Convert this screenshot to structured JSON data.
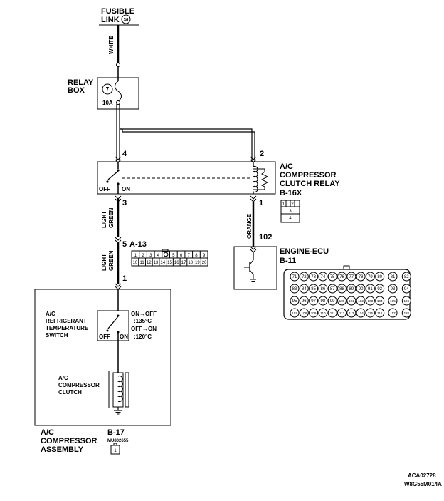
{
  "fusible_link": {
    "line1": "FUSIBLE",
    "line2": "LINK",
    "number": "36"
  },
  "wires": {
    "white": "WHITE",
    "light_green_1": "LIGHT",
    "light_green_2": "GREEN",
    "orange": "ORANGE"
  },
  "relay_box": {
    "line1": "RELAY",
    "line2": "BOX",
    "fuse_number": "7",
    "fuse_rating": "10A"
  },
  "relay": {
    "line1": "A/C",
    "line2": "COMPRESSOR",
    "line3": "CLUTCH RELAY",
    "connector": "B-16X",
    "pin_4": "4",
    "pin_2": "2",
    "pin_3": "3",
    "pin_1": "1",
    "off_label": "OFF",
    "on_label": "ON",
    "connector_pins": [
      "1",
      "2",
      "3",
      "4"
    ]
  },
  "connector_a13": {
    "label": "A-13",
    "pin": "5",
    "row1": [
      "1",
      "2",
      "3",
      "4",
      "",
      "5",
      "6",
      "7",
      "8",
      "9"
    ],
    "row2": [
      "10",
      "11",
      "12",
      "13",
      "14",
      "15",
      "16",
      "17",
      "18",
      "19",
      "20"
    ]
  },
  "engine_ecu": {
    "label": "ENGINE-ECU",
    "connector": "B-11",
    "pin": "102",
    "row1": [
      "71",
      "72",
      "73",
      "74",
      "75",
      "76",
      "77",
      "78",
      "79",
      "80",
      "81",
      "82"
    ],
    "row2": [
      "83",
      "84",
      "85",
      "86",
      "87",
      "88",
      "89",
      "90",
      "91",
      "92",
      "93",
      "94"
    ],
    "row3": [
      "95",
      "96",
      "97",
      "98",
      "99",
      "100",
      "101",
      "102",
      "103",
      "104",
      "105",
      "106"
    ],
    "row4": [
      "107",
      "108",
      "109",
      "110",
      "111",
      "112",
      "113",
      "114",
      "115",
      "116",
      "117",
      "118"
    ]
  },
  "assembly": {
    "pin": "1",
    "switch_line1": "A/C",
    "switch_line2": "REFRIGERANT",
    "switch_line3": "TEMPERATURE",
    "switch_line4": "SWITCH",
    "spec1": "ON→OFF",
    "spec2": ":135°C",
    "spec3": "OFF→ON",
    "spec4": ":120°C",
    "off_label": "OFF",
    "on_label": "ON",
    "clutch_line1": "A/C",
    "clutch_line2": "COMPRESSOR",
    "clutch_line3": "CLUTCH",
    "name_line1": "A/C",
    "name_line2": "COMPRESSOR",
    "name_line3": "ASSEMBLY",
    "connector": "B-17",
    "part_number": "MU802655",
    "connector_pin": "1"
  },
  "footer": {
    "code1": "ACA02728",
    "code2": "W8G55M014A"
  }
}
